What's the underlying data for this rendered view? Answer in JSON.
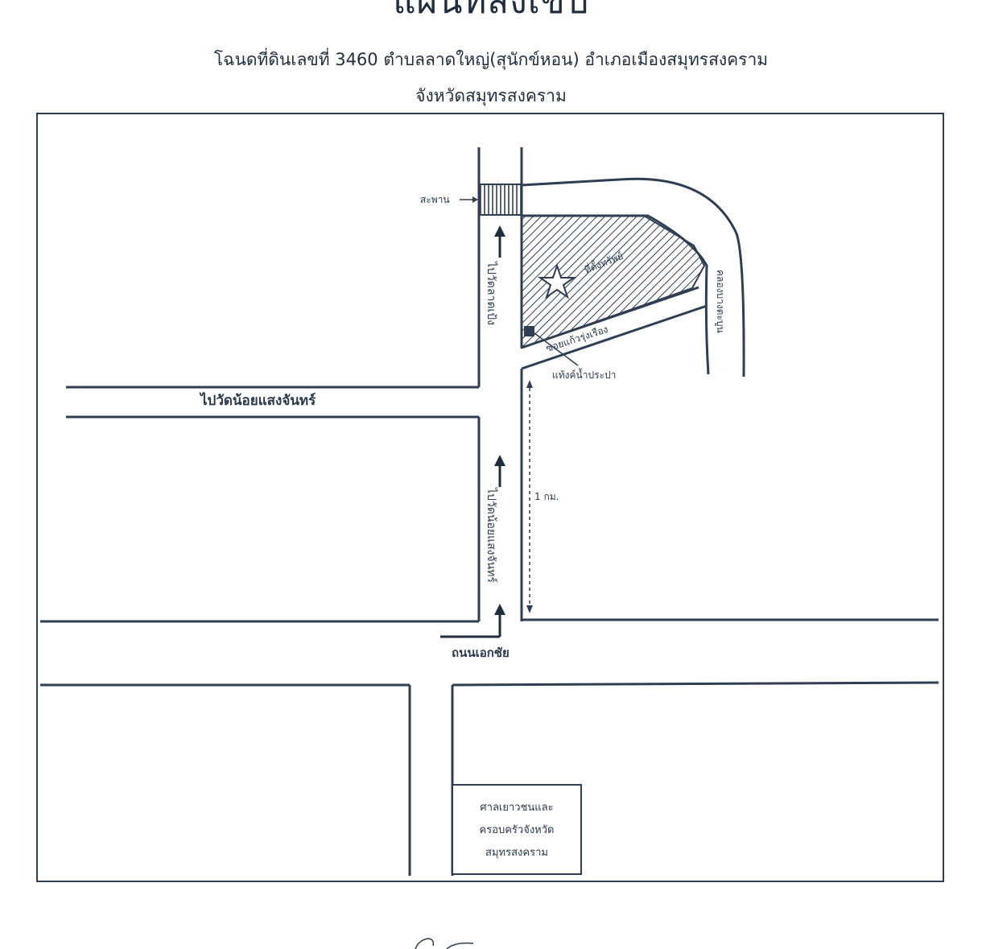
{
  "header": {
    "title": "แผนที่สังเขป",
    "subtitle_line1": "โฉนดที่ดินเลขที่ 3460 ตำบลลาดใหญ่(สุนักข์หอน) อำเภอเมืองสมุทรสงคราม",
    "subtitle_line2": "จังหวัดสมุทรสงคราม"
  },
  "map": {
    "bridge_label": "สะพาน",
    "property_label": "ที่ตั้งทรัพย์",
    "canal_label": "คลองบางตะบูน",
    "soi_label": "ซอยแก้วรุ่งเรือง",
    "water_tank_label": "แท้งค์น้ำประปา",
    "road_to_wat_lat_pliu": "ไปวัดลาดเป้ง",
    "road_to_wat_noi": "ไปวัดน้อยแสงจันทร์",
    "road_to_wat_noi_vertical": "ไปวัดน้อยแสงจันทร์",
    "distance_label": "1 กม.",
    "main_road_label": "ถนนเอกชัย",
    "landmark_lines": [
      "ศาลเยาวชนและ",
      "ครอบครัวจังหวัด",
      "สมุทรสงคราม"
    ]
  },
  "colors": {
    "line": "#2f3e52",
    "ink": "#1f2d3d"
  }
}
